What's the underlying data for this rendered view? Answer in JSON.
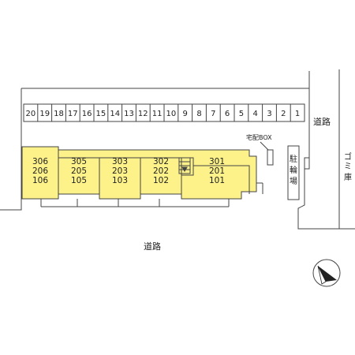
{
  "map": {
    "parking_slots": [
      "20",
      "19",
      "18",
      "17",
      "16",
      "15",
      "14",
      "13",
      "12",
      "11",
      "10",
      "9",
      "8",
      "7",
      "6",
      "5",
      "4",
      "3",
      "2",
      "1"
    ],
    "units": [
      {
        "numbers": [
          "306",
          "206",
          "106"
        ]
      },
      {
        "numbers": [
          "305",
          "205",
          "105"
        ]
      },
      {
        "numbers": [
          "303",
          "203",
          "103"
        ]
      },
      {
        "numbers": [
          "302",
          "202",
          "102"
        ]
      },
      {
        "numbers": [
          "301",
          "201",
          "101"
        ]
      }
    ],
    "road_right": "道路",
    "road_bottom": "道路",
    "delivery_box": "宅配BOX",
    "bicycle_parking": [
      "駐",
      "輪",
      "場"
    ],
    "garbage_storage": [
      "ゴ",
      "ミ",
      "庫"
    ],
    "building_color": "#fdf28a",
    "line_color": "#444444",
    "compass_icon": "north-arrow-icon"
  }
}
